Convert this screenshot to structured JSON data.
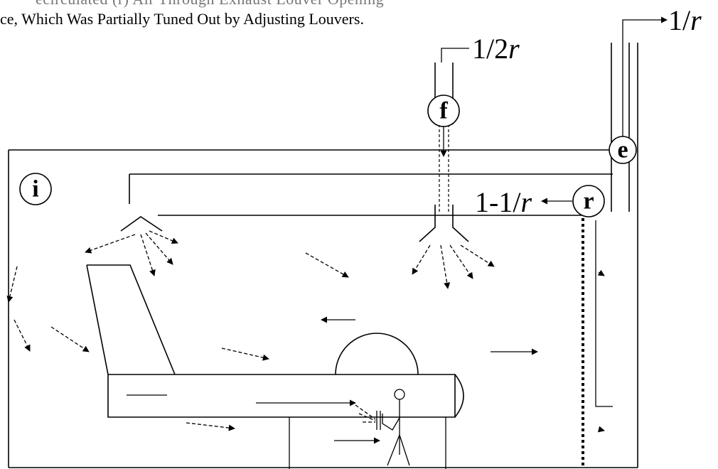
{
  "caption": {
    "cut_line": "ecirculated (r) Air Through Exhaust Louver Opening",
    "line": "ce, Which Was Partially Tuned Out by Adjusting Louvers."
  },
  "nodes": {
    "i": "i",
    "f": "f",
    "e": "e",
    "r": "r"
  },
  "labels": {
    "fresh_prefix": "1/2",
    "fresh_var": "r",
    "exhaust_prefix": "1/",
    "exhaust_var": "r",
    "recirc_prefix": "1-1/",
    "recirc_var": "r"
  }
}
